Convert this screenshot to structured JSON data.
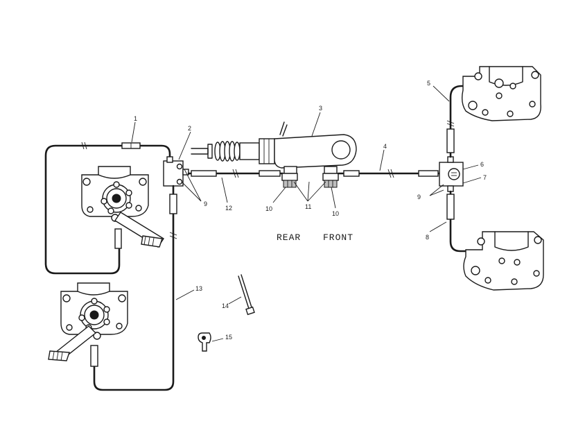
{
  "labels": {
    "rear": "REAR",
    "front": "FRONT"
  },
  "callouts": [
    "1",
    "2",
    "3",
    "4",
    "5",
    "6",
    "7",
    "8",
    "9",
    "9",
    "10",
    "10",
    "11",
    "12",
    "13",
    "14",
    "15"
  ],
  "colors": {
    "ink": "#1a1a1a",
    "paper": "#ffffff"
  }
}
